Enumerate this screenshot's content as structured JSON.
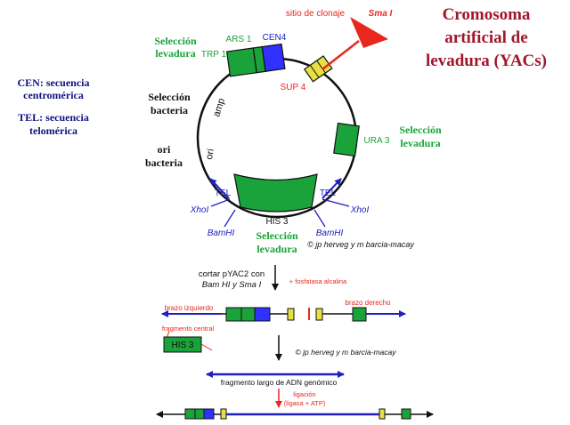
{
  "colors": {
    "green": "#1aa33a",
    "darkred": "#a0162a",
    "red": "#e8281e",
    "navy": "#101080",
    "blue": "#2020c0",
    "yellow": "#e8e040",
    "cen_blue": "#3030ff",
    "black": "#111111"
  },
  "title": {
    "line1": "Cromosoma",
    "line2": "artificial de",
    "line3": "levadura (YACs)"
  },
  "legend": {
    "cen_line1": "CEN: secuencia",
    "cen_line2": "centromérica",
    "tel_line1": "TEL: secuencia",
    "tel_line2": "telomérica"
  },
  "plasmid": {
    "sel_lev_left_1": "Selección",
    "sel_lev_left_2": "levadura",
    "trp1": "TRP 1",
    "ars1": "ARS 1",
    "cen4": "CEN4",
    "cloning_site": "sitio de clonaje",
    "smai": "Sma I",
    "sup4": "SUP 4",
    "sel_bact_1": "Selección",
    "sel_bact_2": "bacteria",
    "amp": "amp",
    "ori_bact_1": "ori",
    "ori_bact_2": "bacteria",
    "ori": "ori",
    "ura3": "URA 3",
    "sel_lev_right_1": "Selección",
    "sel_lev_right_2": "levadura",
    "tel_left": "TEL",
    "tel_right": "TEL",
    "xhoi_left": "XhoI",
    "xhoi_right": "XhoI",
    "bamhi_left": "BamHI",
    "bamhi_right": "BamHI",
    "his3": "HIS 3",
    "sel_lev_bottom_1": "Selección",
    "sel_lev_bottom_2": "levadura",
    "credit": "© jp herveg y m barcia-macay"
  },
  "procedure": {
    "cut_line1": "cortar pYAC2 con",
    "cut_line2": "Bam HI y Sma I",
    "phosphatase": "+ fosfatasa alcalina",
    "left_arm": "brazo izquierdo",
    "right_arm": "brazo derecho",
    "central_fragment": "fragmento central",
    "his3_fragment": "HIS 3",
    "credit2": "© jp herveg y m barcia-macay",
    "large_dna": "fragmento largo de ADN genómico",
    "ligation_1": "ligación",
    "ligation_2": "(ligasa + ATP)"
  }
}
